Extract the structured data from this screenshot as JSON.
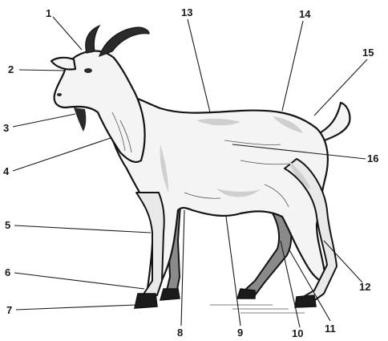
{
  "labels": [
    {
      "id": "1",
      "text": "1"
    },
    {
      "id": "2",
      "text": "2"
    },
    {
      "id": "3",
      "text": "3"
    },
    {
      "id": "4",
      "text": "4"
    },
    {
      "id": "5",
      "text": "5"
    },
    {
      "id": "6",
      "text": "6"
    },
    {
      "id": "7",
      "text": "7"
    },
    {
      "id": "8",
      "text": "8"
    },
    {
      "id": "9",
      "text": "9"
    },
    {
      "id": "10",
      "text": "10"
    },
    {
      "id": "11",
      "text": "11"
    },
    {
      "id": "12",
      "text": "12"
    },
    {
      "id": "13",
      "text": "13"
    },
    {
      "id": "14",
      "text": "14"
    },
    {
      "id": "15",
      "text": "15"
    },
    {
      "id": "16",
      "text": "16"
    }
  ]
}
